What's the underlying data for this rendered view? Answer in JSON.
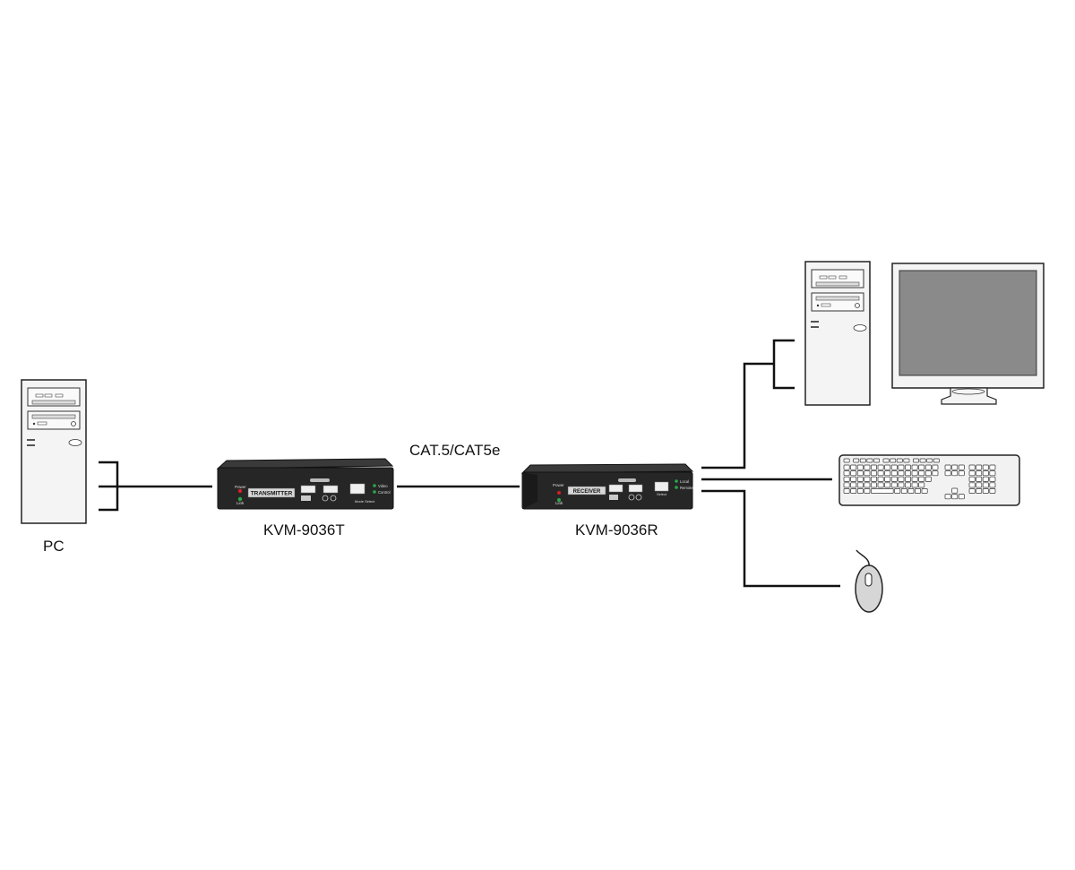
{
  "labels": {
    "pc": "PC",
    "transmitter_model": "KVM-9036T",
    "receiver_model": "KVM-9036R",
    "cable": "CAT.5/CAT5e"
  },
  "transmitter_panel": {
    "name": "TRANSMITTER",
    "power": "Power",
    "link": "Link",
    "video": "Video",
    "control": "Control",
    "mode_select": "Mode Select"
  },
  "receiver_panel": {
    "name": "RECEIVER",
    "power": "Power",
    "link": "Link",
    "local": "Local",
    "remote": "Remote",
    "select": "Select"
  },
  "colors": {
    "line": "#111111",
    "device_body": "#1c1c1c",
    "device_front": "#2a2a2a",
    "monitor_screen": "#8a8a8a",
    "case_fill": "#f4f4f4",
    "led_red": "#d22222",
    "led_green": "#2aa84a"
  }
}
